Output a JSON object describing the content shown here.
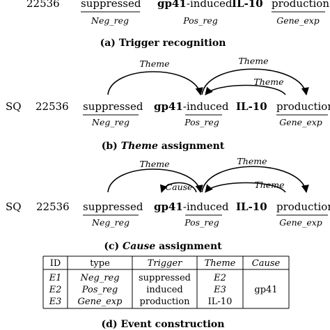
{
  "tokens": {
    "sq": "SQ",
    "num": "22536",
    "suppressed": "suppressed",
    "gp41": "gp41",
    "hyphen": "-",
    "induced": "induced",
    "il10": "IL-10",
    "production": "production"
  },
  "tags": {
    "neg_reg": "Neg_reg",
    "pos_reg": "Pos_reg",
    "gene_exp": "Gene_exp"
  },
  "arcs": {
    "theme": "Theme",
    "cause": "Cause"
  },
  "captions": {
    "a_prefix": "(a) ",
    "a_text": "Trigger recognition",
    "b_prefix": "(b) ",
    "b_emph": "Theme",
    "b_rest": " assignment",
    "c_prefix": "(c) ",
    "c_emph": "Cause",
    "c_rest": " assignment",
    "d_text": "(d) Event construction"
  },
  "table": {
    "headers": [
      "ID",
      "type",
      "Trigger",
      "Theme",
      "Cause"
    ],
    "rows": [
      [
        "E1",
        "Neg_reg",
        "suppressed",
        "E2",
        ""
      ],
      [
        "E2",
        "Pos_reg",
        "induced",
        "E3",
        ""
      ],
      [
        "E3",
        "Gene_exp",
        "production",
        "IL-10",
        ""
      ]
    ],
    "cause_merged": "gp41"
  }
}
